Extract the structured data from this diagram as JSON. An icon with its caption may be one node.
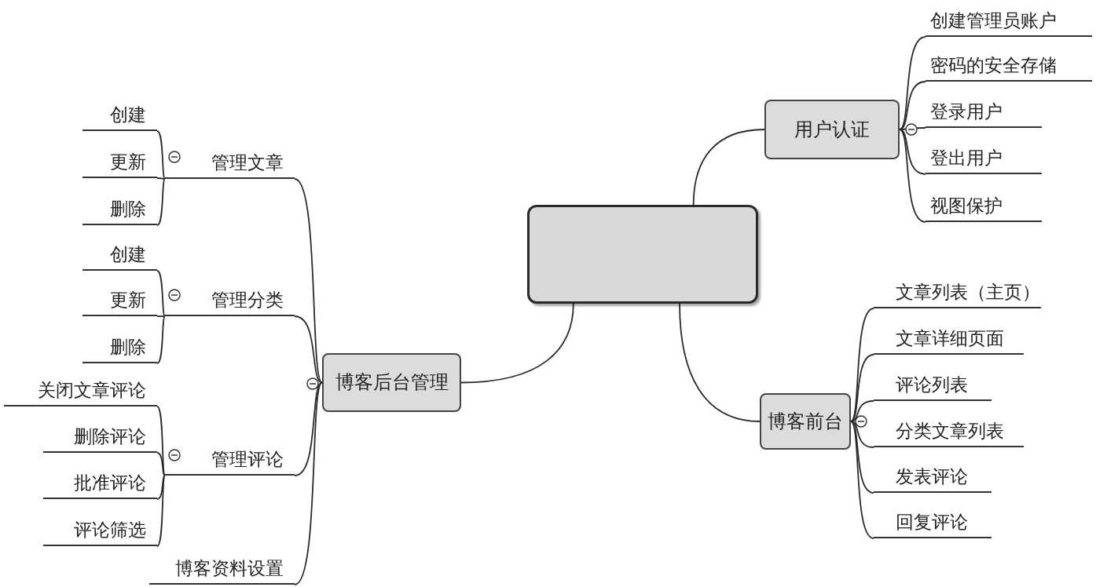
{
  "diagram": {
    "nodes": [
      {
        "text": [],
        "shape": "box"
      },
      {
        "text": [
          "用户认证"
        ]
      },
      {
        "text": [
          "创建管理员账户"
        ]
      },
      {
        "text": [
          "密码的安全存储"
        ]
      },
      {
        "text": [
          "登录用户"
        ]
      },
      {
        "text": [
          "登出用户"
        ]
      },
      {
        "text": [
          "视图保护"
        ]
      },
      {
        "text": [
          "博客前台"
        ]
      },
      {
        "text": [
          "文章列表（主页）"
        ]
      },
      {
        "text": [
          "文章详细页面"
        ]
      },
      {
        "text": [
          "评论列表"
        ]
      },
      {
        "text": [
          "分类文章列表"
        ]
      },
      {
        "text": [
          "发表评论"
        ]
      },
      {
        "text": [
          "回复评论"
        ]
      },
      {
        "text": [
          "博客后台管理"
        ]
      },
      {
        "text": [
          "管理文章"
        ]
      },
      {
        "text": [
          "创建"
        ]
      },
      {
        "text": [
          "更新"
        ]
      },
      {
        "text": [
          "删除"
        ]
      },
      {
        "text": [
          "管理分类"
        ]
      },
      {
        "text": [
          "创建"
        ]
      },
      {
        "text": [
          "更新"
        ]
      },
      {
        "text": [
          "删除"
        ]
      },
      {
        "text": [
          "管理评论"
        ]
      },
      {
        "text": [
          "关闭文章评论"
        ]
      },
      {
        "text": [
          "删除评论"
        ]
      },
      {
        "text": [
          "批准评论"
        ]
      },
      {
        "text": [
          "评论筛选"
        ]
      },
      {
        "text": [
          "博客资料设置"
        ]
      }
    ],
    "edges": [
      {
        "from": 0,
        "to": 1,
        "arrow": "none"
      },
      {
        "from": 1,
        "to": 2,
        "arrow": "none"
      },
      {
        "from": 1,
        "to": 3,
        "arrow": "none"
      },
      {
        "from": 1,
        "to": 4,
        "arrow": "none"
      },
      {
        "from": 1,
        "to": 5,
        "arrow": "none"
      },
      {
        "from": 1,
        "to": 6,
        "arrow": "none"
      },
      {
        "from": 0,
        "to": 7,
        "arrow": "none"
      },
      {
        "from": 7,
        "to": 8,
        "arrow": "none"
      },
      {
        "from": 7,
        "to": 9,
        "arrow": "none"
      },
      {
        "from": 7,
        "to": 10,
        "arrow": "none"
      },
      {
        "from": 7,
        "to": 11,
        "arrow": "none"
      },
      {
        "from": 7,
        "to": 12,
        "arrow": "none"
      },
      {
        "from": 7,
        "to": 13,
        "arrow": "none"
      },
      {
        "from": 0,
        "to": 14,
        "arrow": "none"
      },
      {
        "from": 14,
        "to": 15,
        "arrow": "none"
      },
      {
        "from": 15,
        "to": 16,
        "arrow": "none"
      },
      {
        "from": 15,
        "to": 17,
        "arrow": "none"
      },
      {
        "from": 15,
        "to": 18,
        "arrow": "none"
      },
      {
        "from": 14,
        "to": 19,
        "arrow": "none"
      },
      {
        "from": 19,
        "to": 20,
        "arrow": "none"
      },
      {
        "from": 19,
        "to": 21,
        "arrow": "none"
      },
      {
        "from": 19,
        "to": 22,
        "arrow": "none"
      },
      {
        "from": 14,
        "to": 23,
        "arrow": "none"
      },
      {
        "from": 23,
        "to": 24,
        "arrow": "none"
      },
      {
        "from": 23,
        "to": 25,
        "arrow": "none"
      },
      {
        "from": 23,
        "to": 26,
        "arrow": "none"
      },
      {
        "from": 23,
        "to": 27,
        "arrow": "none"
      },
      {
        "from": 14,
        "to": 28,
        "arrow": "none"
      }
    ]
  }
}
